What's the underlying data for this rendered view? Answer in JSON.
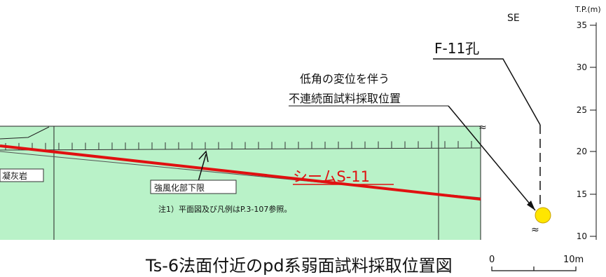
{
  "labels": {
    "direction": "SE",
    "borehole": "F-11孔",
    "annotation_line1": "低角の変位を伴う",
    "annotation_line2": "不連続面試料採取位置",
    "rock": "凝灰岩",
    "weathered_limit": "強風化部下限",
    "seam": "シームS-11",
    "note": "注1）平面図及び凡例はP.3-107参照。",
    "title": "Ts-6法面付近のpd系弱面試料採取位置図"
  },
  "elevation_axis": {
    "unit_label": "T.P.(m)",
    "ticks": [
      "35",
      "30",
      "25",
      "20",
      "15",
      "10"
    ]
  },
  "scale_bar": {
    "start": "0",
    "end": "10m"
  },
  "colors": {
    "ground": "#b9f2c8",
    "seam": "#e01010",
    "sample_point": "#ffe600"
  }
}
